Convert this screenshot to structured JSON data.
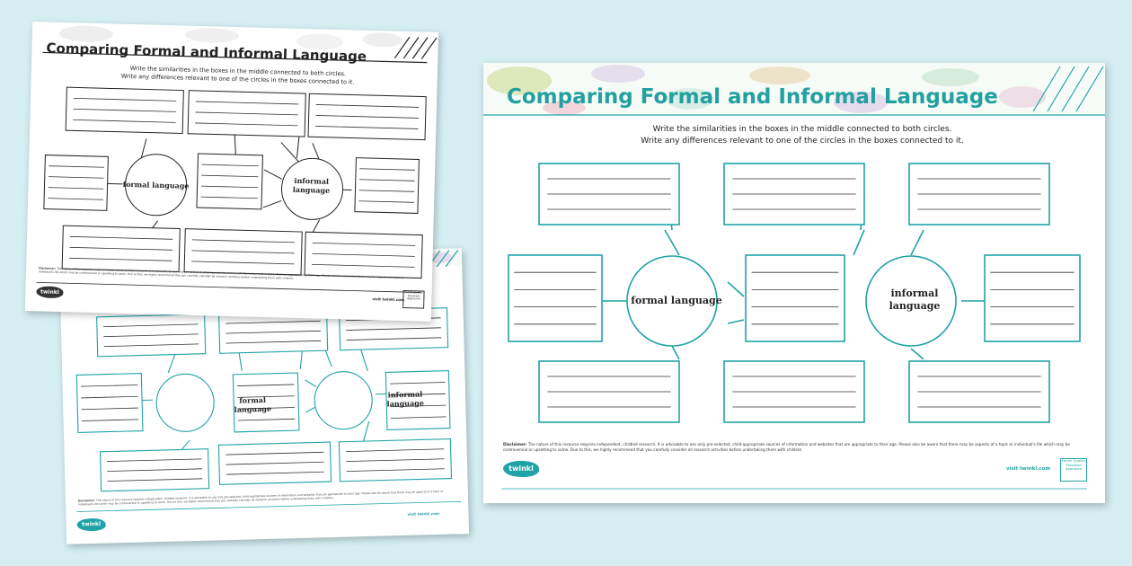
{
  "worksheet": {
    "title": "Comparing Formal and Informal Language",
    "instruction_1": "Write the similarities in the boxes in the middle connected to both circles.",
    "instruction_2": "Write any differences relevant to one of the circles in the boxes connected to it.",
    "left_circle_label": "formal language",
    "right_circle_label_1": "informal",
    "right_circle_label_2": "language",
    "disclaimer_title": "Disclaimer:",
    "disclaimer_text": "The nature of this resource requires independent, childled research. It is advisable to use only pre-selected, child-appropriate sources of information and websites that are appropriate to their age. Please also be aware that there may be aspects of a topic or individual's life which may be controversial or upsetting to some. Due to this, we highly recommend that you carefully consider all research activities before undertaking them with children.",
    "logo_text": "twinkl",
    "site_url": "visit twinkl.com",
    "badge_text": "twinkl Quality Standard Approved"
  },
  "colors": {
    "background": "#d4eef2",
    "teal": "#1fa3a6",
    "title_teal": "#23a0a0",
    "bw_ink": "#222222"
  }
}
